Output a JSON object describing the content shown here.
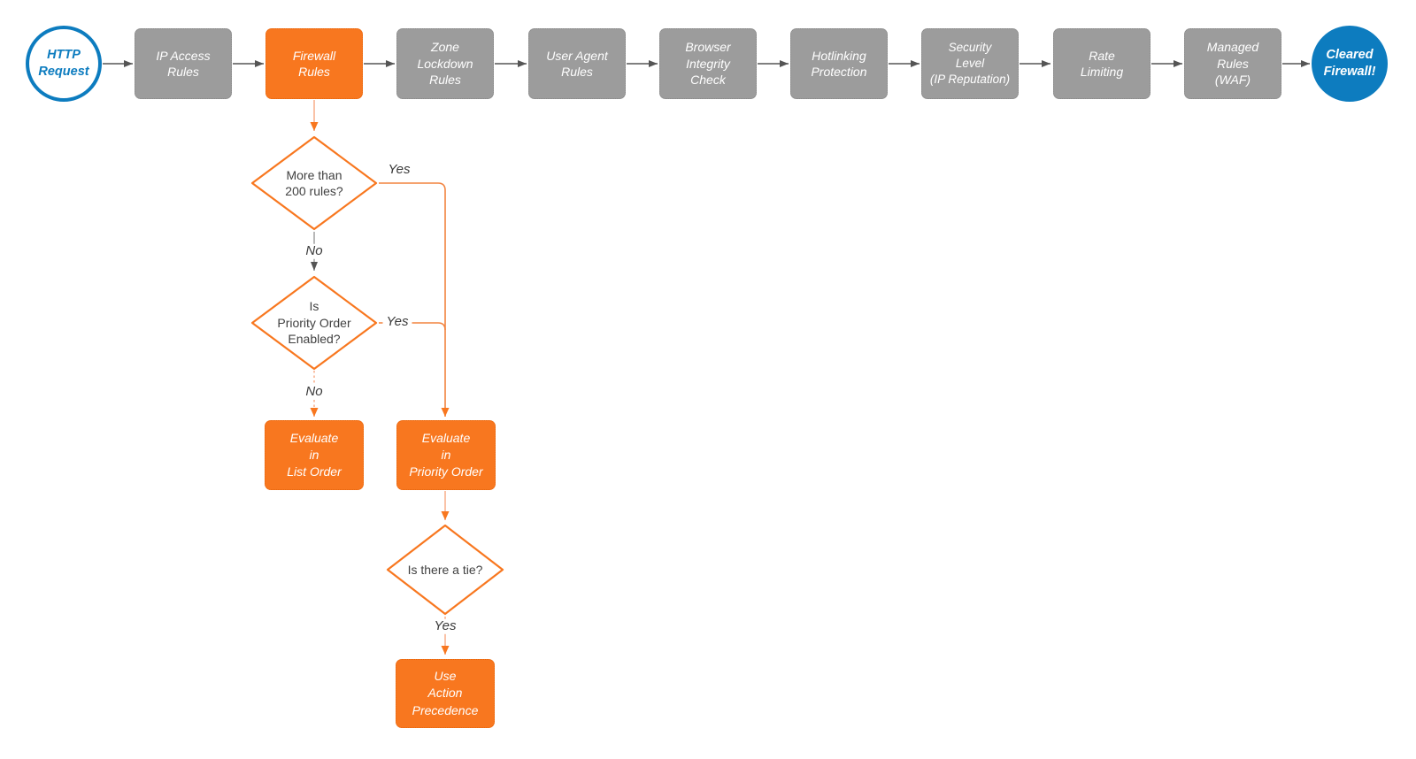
{
  "colors": {
    "orange": "#f8771f",
    "light_orange_line": "#f9b291",
    "yes_branch_line": "#f2833f",
    "gray_node": "#9c9c9c",
    "gray_arrow": "#555555",
    "blue": "#0d7cbf",
    "background": "#ffffff"
  },
  "flow": {
    "start": "HTTP\nRequest",
    "stages": [
      "IP Access\nRules",
      "Firewall\nRules",
      "Zone\nLockdown\nRules",
      "User Agent\nRules",
      "Browser\nIntegrity\nCheck",
      "Hotlinking\nProtection",
      "Security\nLevel\n(IP Reputation)",
      "Rate\nLimiting",
      "Managed\nRules\n(WAF)"
    ],
    "end": "Cleared\nFirewall!",
    "d_more_rules": "More than\n200 rules?",
    "d_priority": "Is\nPriority Order\nEnabled?",
    "d_tie": "Is there a tie?",
    "a_list": "Evaluate\nin\nList Order",
    "a_priority": "Evaluate\nin\nPriority Order",
    "a_precedence": "Use\nAction\nPrecedence",
    "edges": {
      "yes_more_rules": "Yes",
      "no_more_rules": "No",
      "yes_priority": "Yes",
      "no_priority": "No",
      "yes_tie": "Yes"
    }
  }
}
